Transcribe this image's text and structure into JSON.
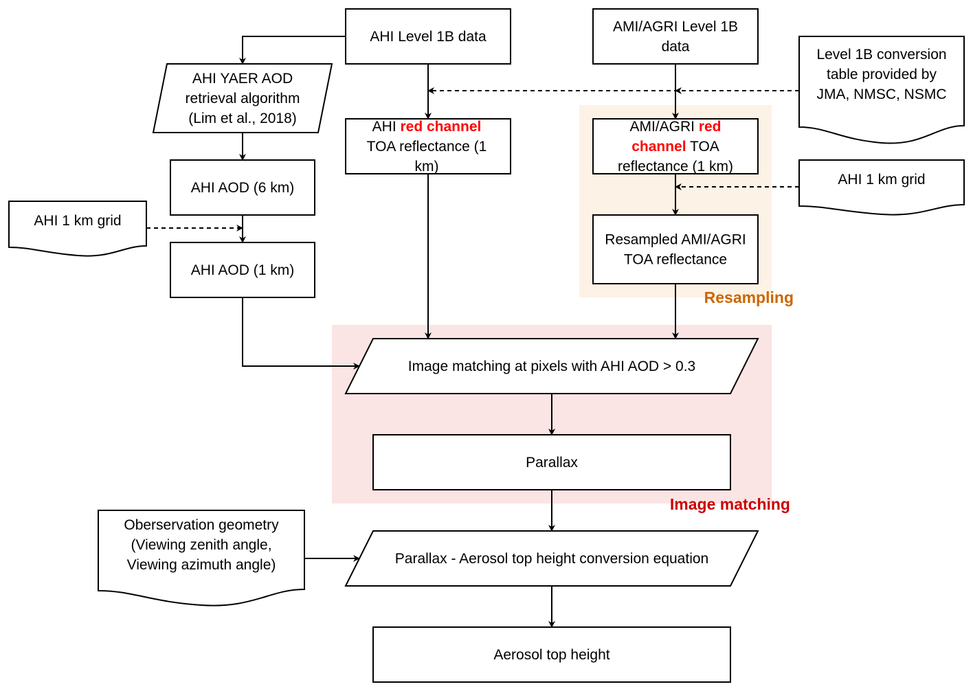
{
  "groups": {
    "resampling": {
      "label": "Resampling",
      "fill": "#fdf2e6",
      "label_color": "#cc6600"
    },
    "image_matching": {
      "label": "Image matching",
      "fill": "#fbe4e4",
      "label_color": "#cc0000"
    }
  },
  "colors": {
    "highlight": "#ff0000",
    "stroke": "#000000"
  },
  "nodes": {
    "ahi_l1b": {
      "lines": [
        "AHI Level 1B data"
      ]
    },
    "ami_l1b": {
      "lines": [
        "AMI/AGRI Level 1B",
        "data"
      ]
    },
    "conversion_table": {
      "lines": [
        "Level 1B conversion",
        "table provided by",
        "JMA, NMSC, NSMC"
      ]
    },
    "yaer_algorithm": {
      "lines": [
        "AHI YAER AOD",
        "retrieval algorithm",
        "(Lim et al., 2018)"
      ]
    },
    "ahi_red": {
      "lines": [
        [
          "AHI ",
          "red channel"
        ],
        "TOA reflectance (1",
        "km)"
      ]
    },
    "ami_red": {
      "lines": [
        [
          "AMI/AGRI ",
          "red"
        ],
        [
          "",
          "channel",
          " TOA"
        ],
        "reflectance (1 km)"
      ]
    },
    "ahi_aod_6km": {
      "lines": [
        "AHI AOD (6 km)"
      ]
    },
    "ahi_grid_left": {
      "lines": [
        "AHI 1 km grid"
      ]
    },
    "ahi_grid_right": {
      "lines": [
        "AHI 1 km grid"
      ]
    },
    "ahi_aod_1km": {
      "lines": [
        "AHI AOD (1 km)"
      ]
    },
    "resampled": {
      "lines": [
        "Resampled AMI/AGRI",
        "TOA reflectance"
      ]
    },
    "image_matching": {
      "lines": [
        "Image matching at pixels with AHI AOD > 0.3"
      ]
    },
    "parallax": {
      "lines": [
        "Parallax"
      ]
    },
    "observation_geometry": {
      "lines": [
        "Oberservation geometry",
        "(Viewing zenith angle,",
        "Viewing azimuth angle)"
      ]
    },
    "conversion_equation": {
      "lines": [
        "Parallax - Aerosol top height conversion equation"
      ]
    },
    "aerosol_top_height": {
      "lines": [
        "Aerosol top height"
      ]
    }
  }
}
